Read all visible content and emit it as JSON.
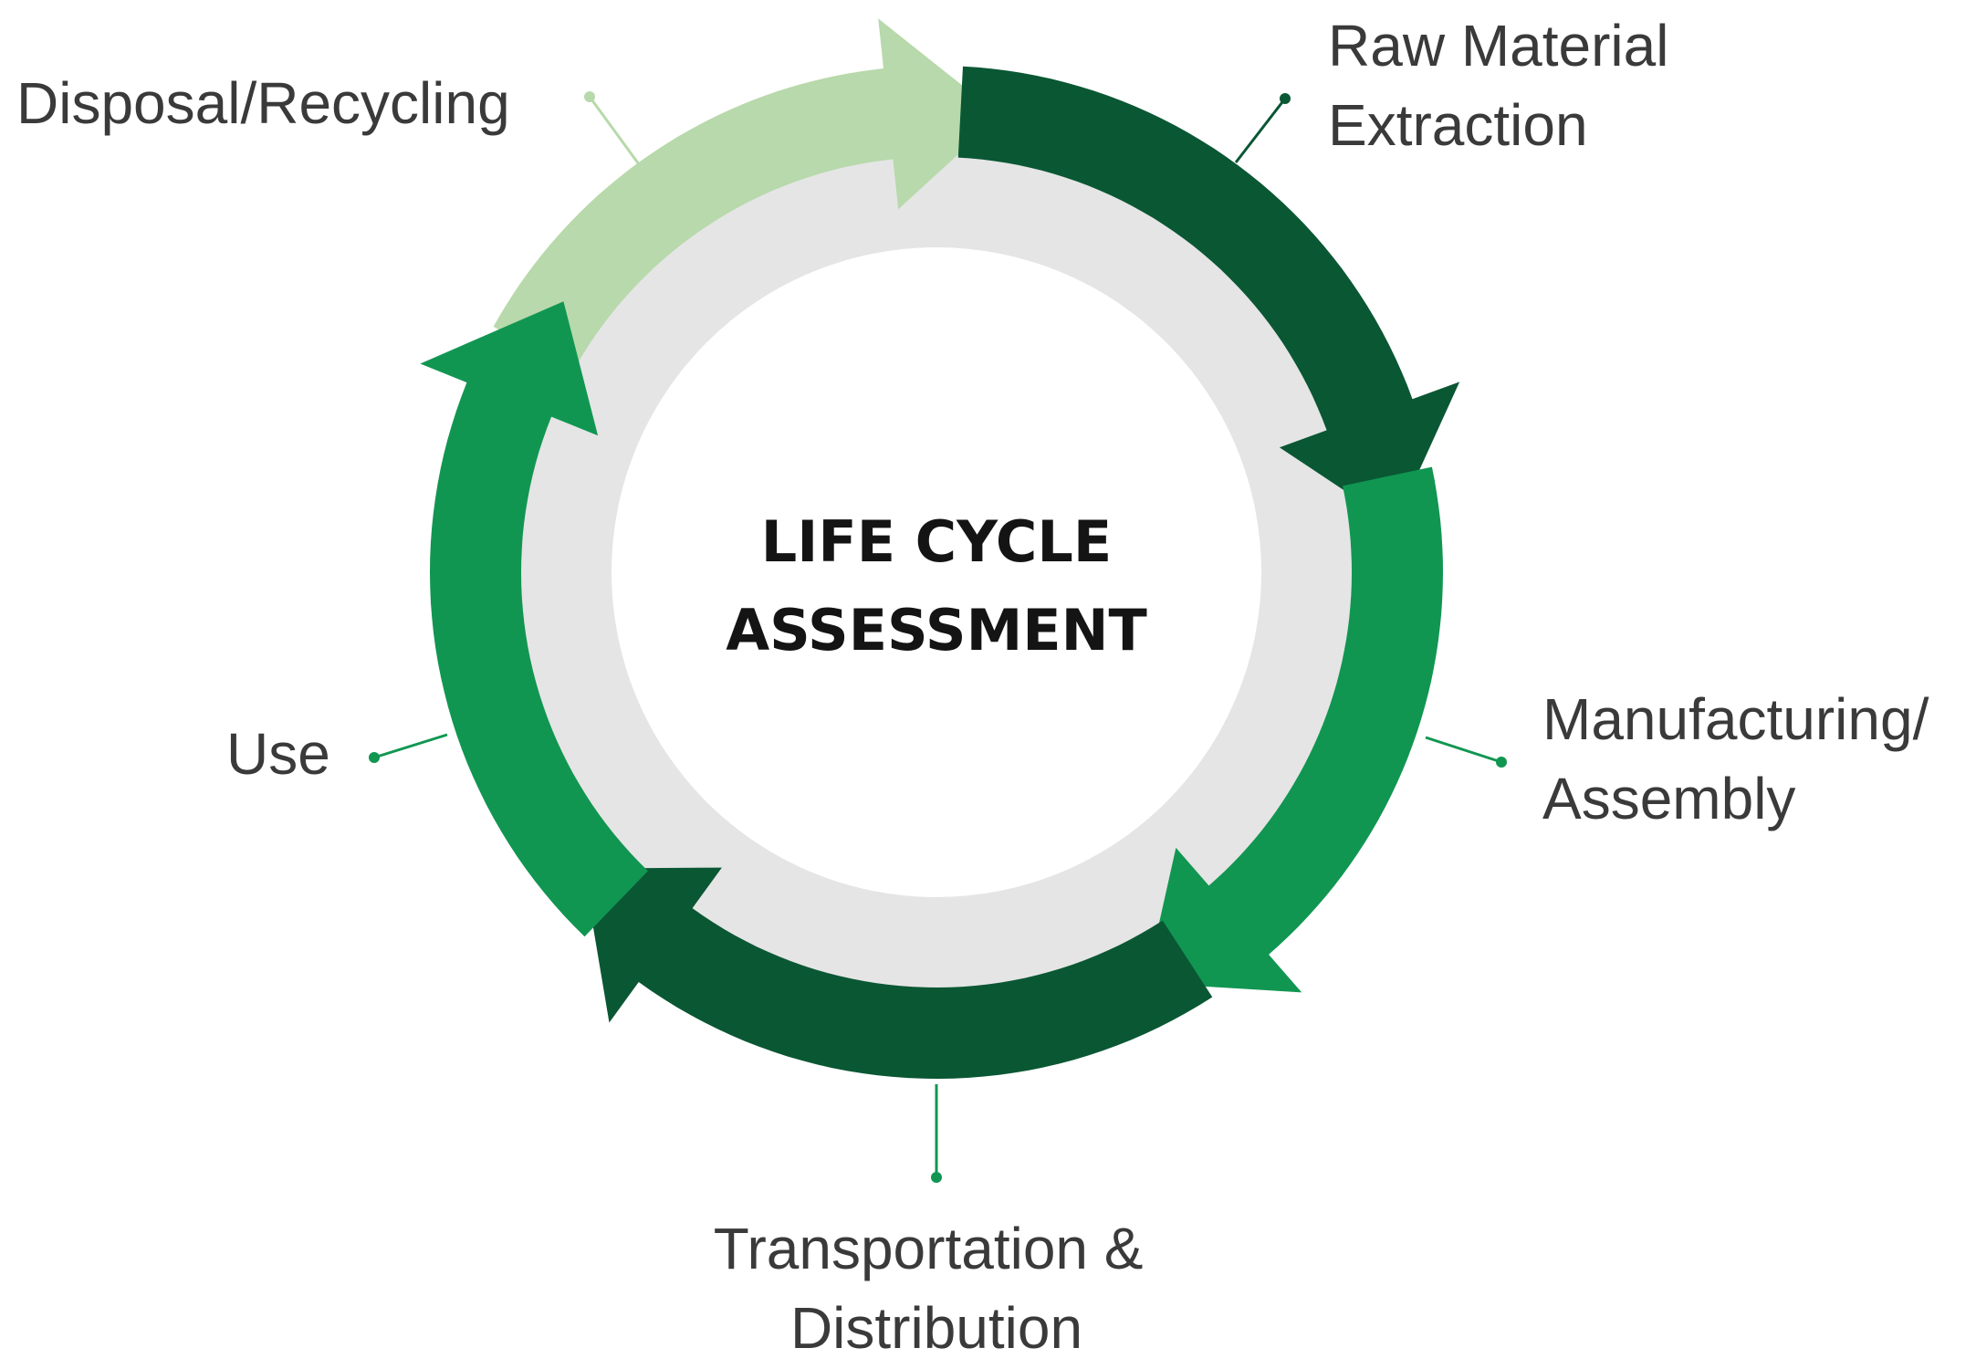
{
  "title_lines": [
    "LIFE CYCLE",
    "ASSESSMENT"
  ],
  "stages": [
    {
      "id": "raw-material-extraction",
      "lines": [
        "Raw Material",
        "Extraction"
      ],
      "color": "#0a5734"
    },
    {
      "id": "manufacturing-assembly",
      "lines": [
        "Manufacturing/",
        "Assembly"
      ],
      "color": "#119652"
    },
    {
      "id": "transportation-distribution",
      "lines": [
        "Transportation &",
        "Distribution"
      ],
      "color": "#0a5734"
    },
    {
      "id": "use",
      "lines": [
        "Use"
      ],
      "color": "#119652"
    },
    {
      "id": "disposal-recycling",
      "lines": [
        "Disposal/Recycling"
      ],
      "color": "#b8d9ab"
    }
  ],
  "colors": {
    "inner_ring": "#e5e5e5",
    "center_fill": "#ffffff",
    "leader_line": "#119652",
    "text": "#3a3a3a",
    "title_text": "#141414"
  }
}
